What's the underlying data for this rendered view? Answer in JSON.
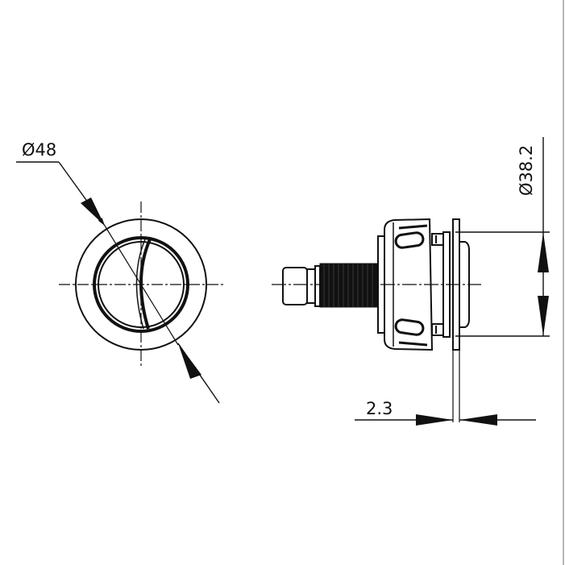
{
  "drawing": {
    "type": "technical-drawing",
    "views": [
      {
        "name": "front-view",
        "description": "Round dual-flush push button, front view"
      },
      {
        "name": "side-view",
        "description": "Push button assembly with threaded shank, side view"
      }
    ],
    "colors": {
      "line": "#111111",
      "background": "#ffffff",
      "edge": "#b5b5b5"
    }
  },
  "dimensions": {
    "outer_diameter": {
      "label": "Ø48",
      "value": 48,
      "unit": "mm"
    },
    "button_diameter": {
      "label": "Ø38.2",
      "value": 38.2,
      "unit": "mm"
    },
    "plate_thickness": {
      "label": "2.3",
      "value": 2.3,
      "unit": "mm"
    }
  }
}
